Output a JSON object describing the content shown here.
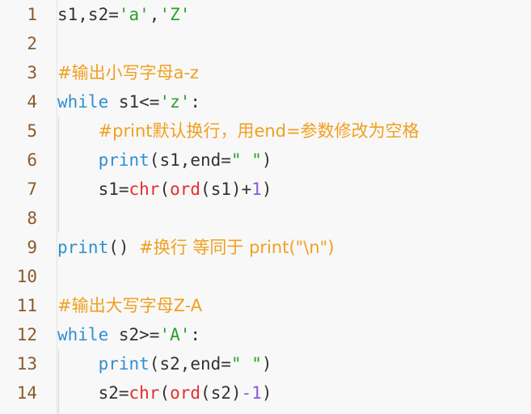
{
  "editor": {
    "colors": {
      "background": "#f8f8f8",
      "line_number": "#8a5a2b",
      "default": "#333333",
      "string": "#2aa02a",
      "comment": "#f0a020",
      "keyword": "#2f8fd0",
      "builtin_call": "#e52e2e",
      "number": "#8a5bd6"
    },
    "lines": [
      {
        "n": "1",
        "tokens": [
          {
            "t": "s1,s2=",
            "k": "default"
          },
          {
            "t": "'a'",
            "k": "string"
          },
          {
            "t": ",",
            "k": "default"
          },
          {
            "t": "'Z'",
            "k": "string"
          }
        ]
      },
      {
        "n": "2",
        "tokens": []
      },
      {
        "n": "3",
        "tokens": [
          {
            "t": "#输出小写字母a-z",
            "k": "comment"
          }
        ]
      },
      {
        "n": "4",
        "tokens": [
          {
            "t": "while",
            "k": "keyword"
          },
          {
            "t": " s1<=",
            "k": "default"
          },
          {
            "t": "'z'",
            "k": "string"
          },
          {
            "t": ":",
            "k": "default"
          }
        ]
      },
      {
        "n": "5",
        "tokens": [
          {
            "t": "    ",
            "k": "default"
          },
          {
            "t": "#print默认换行，用end=参数修改为空格",
            "k": "comment"
          }
        ]
      },
      {
        "n": "6",
        "tokens": [
          {
            "t": "    ",
            "k": "default"
          },
          {
            "t": "print",
            "k": "keyword"
          },
          {
            "t": "(s1,end=",
            "k": "default"
          },
          {
            "t": "\" \"",
            "k": "string"
          },
          {
            "t": ")",
            "k": "default"
          }
        ]
      },
      {
        "n": "7",
        "tokens": [
          {
            "t": "    s1=",
            "k": "default"
          },
          {
            "t": "chr",
            "k": "builtin_call"
          },
          {
            "t": "(",
            "k": "default"
          },
          {
            "t": "ord",
            "k": "builtin_call"
          },
          {
            "t": "(s1)+",
            "k": "default"
          },
          {
            "t": "1",
            "k": "number"
          },
          {
            "t": ")",
            "k": "default"
          }
        ]
      },
      {
        "n": "8",
        "tokens": []
      },
      {
        "n": "9",
        "tokens": [
          {
            "t": "print",
            "k": "keyword"
          },
          {
            "t": "() ",
            "k": "default"
          },
          {
            "t": "#换行 等同于 print(\"\\n\")",
            "k": "comment"
          }
        ]
      },
      {
        "n": "10",
        "tokens": []
      },
      {
        "n": "11",
        "tokens": [
          {
            "t": "#输出大写字母Z-A",
            "k": "comment"
          }
        ]
      },
      {
        "n": "12",
        "tokens": [
          {
            "t": "while",
            "k": "keyword"
          },
          {
            "t": " s2>=",
            "k": "default"
          },
          {
            "t": "'A'",
            "k": "string"
          },
          {
            "t": ":",
            "k": "default"
          }
        ]
      },
      {
        "n": "13",
        "tokens": [
          {
            "t": "    ",
            "k": "default"
          },
          {
            "t": "print",
            "k": "keyword"
          },
          {
            "t": "(s2,end=",
            "k": "default"
          },
          {
            "t": "\" \"",
            "k": "string"
          },
          {
            "t": ")",
            "k": "default"
          }
        ]
      },
      {
        "n": "14",
        "tokens": [
          {
            "t": "    s2=",
            "k": "default"
          },
          {
            "t": "chr",
            "k": "builtin_call"
          },
          {
            "t": "(",
            "k": "default"
          },
          {
            "t": "ord",
            "k": "builtin_call"
          },
          {
            "t": "(s2)",
            "k": "default"
          },
          {
            "t": "-1",
            "k": "number"
          },
          {
            "t": ")",
            "k": "default"
          }
        ]
      }
    ]
  }
}
